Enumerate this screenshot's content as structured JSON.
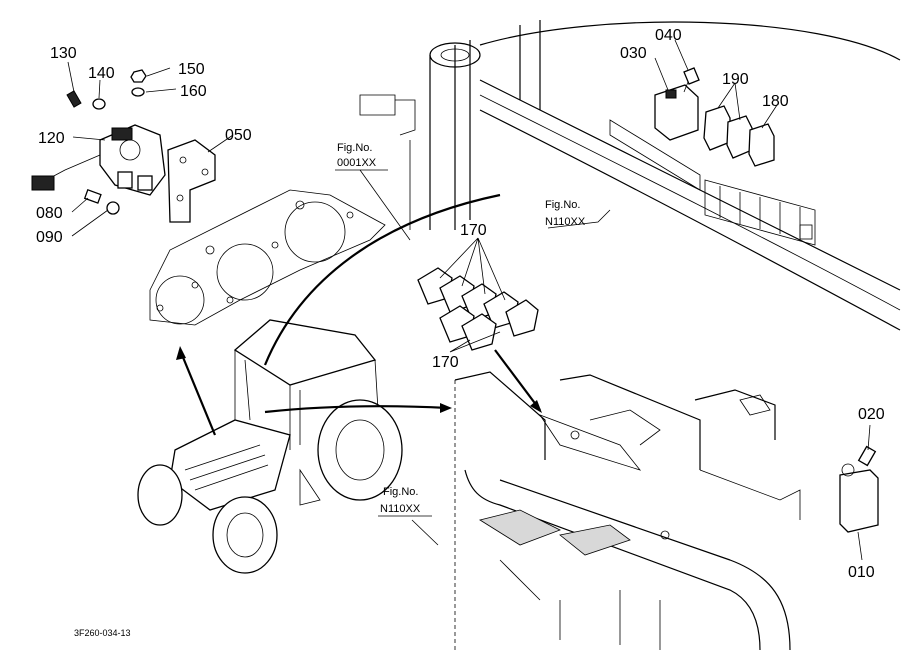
{
  "part_labels": {
    "p010": "010",
    "p020": "020",
    "p030": "030",
    "p040": "040",
    "p050": "050",
    "p080": "080",
    "p090": "090",
    "p120": "120",
    "p130": "130",
    "p140": "140",
    "p150": "150",
    "p160": "160",
    "p170_top": "170",
    "p170_bottom": "170",
    "p180": "180",
    "p190": "190"
  },
  "figure_refs": {
    "ref1": {
      "title": "Fig.No.",
      "code": "0001XX"
    },
    "ref2": {
      "title": "Fig.No.",
      "code": "N110XX"
    },
    "ref3": {
      "title": "Fig.No.",
      "code": "N110XX"
    }
  },
  "drawing_code": "3F260-034-13"
}
